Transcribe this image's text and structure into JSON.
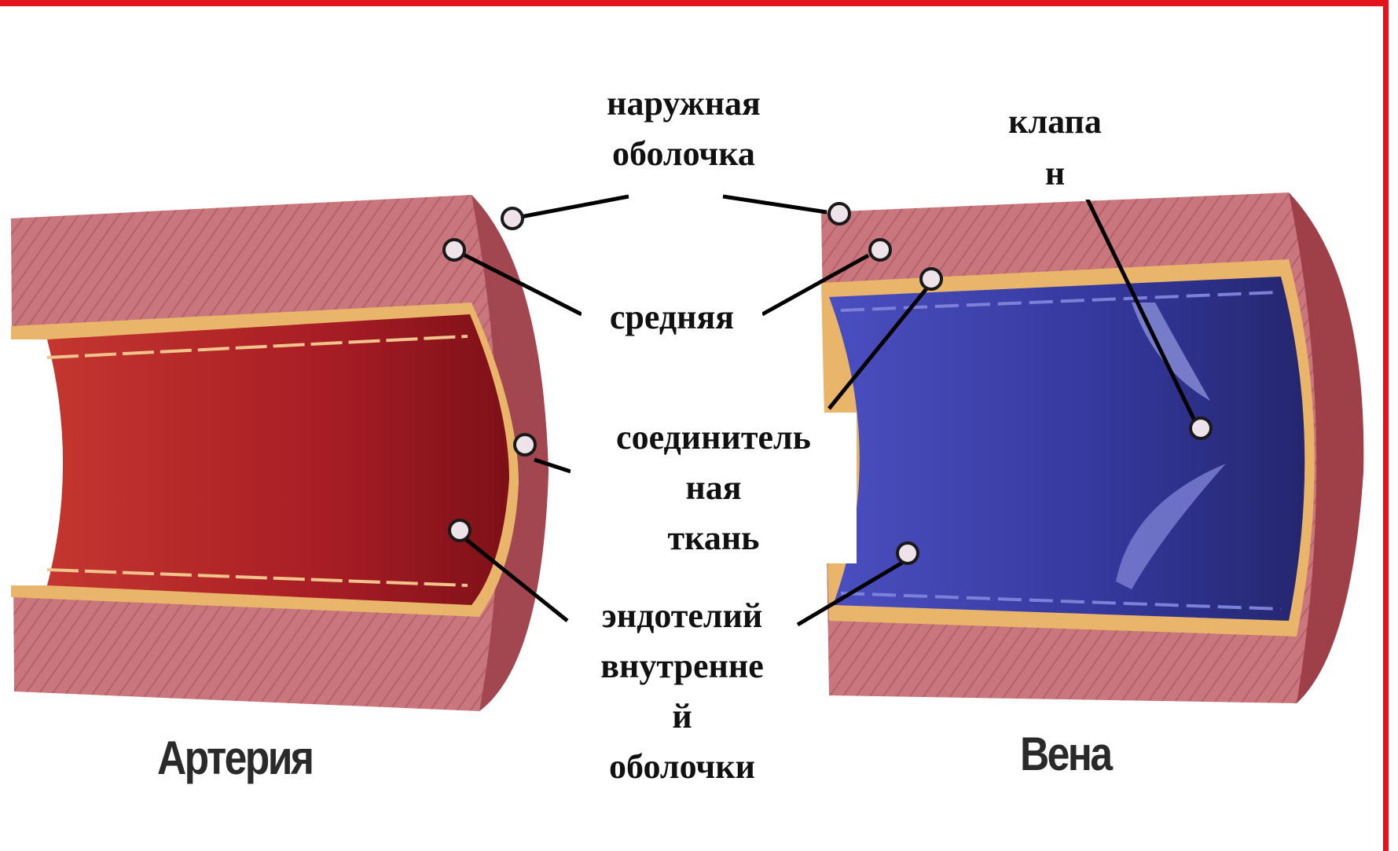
{
  "labels": {
    "outer": [
      "наружная",
      "оболочка"
    ],
    "middle": "средняя",
    "connective": [
      "соединитель",
      "ная",
      "ткань"
    ],
    "endothelium": [
      "эндотелий",
      "внутренне",
      "й",
      "оболочки"
    ],
    "valve": [
      "клапа",
      "н"
    ]
  },
  "captions": {
    "artery": "Артерия",
    "vein": "Вена"
  },
  "colors": {
    "frame": "#e3141b",
    "artery_wall": "#c7757a",
    "artery_lumen": "#b8232a",
    "vein_wall": "#c77a7c",
    "vein_lumen": "#3c3fa6",
    "fibrous_layer": "#e8b56a"
  }
}
